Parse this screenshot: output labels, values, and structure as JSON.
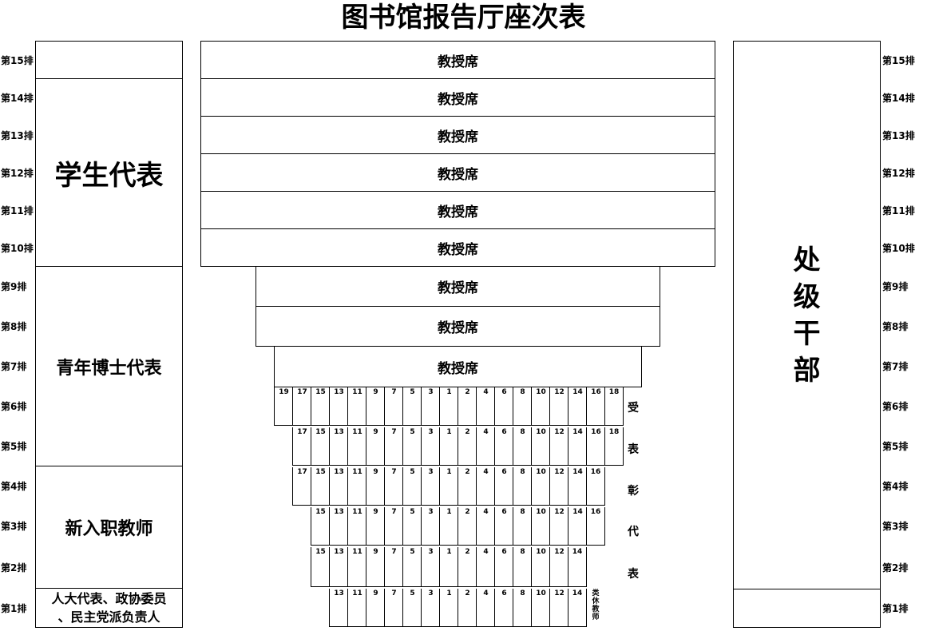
{
  "title": "图书馆报告厅座次表",
  "rows": [
    "第15排",
    "第14排",
    "第13排",
    "第12排",
    "第11排",
    "第10排",
    "第9排",
    "第8排",
    "第7排",
    "第6排",
    "第5排",
    "第4排",
    "第3排",
    "第2排",
    "第1排"
  ],
  "left_blocks": {
    "row15": "",
    "student": "学生代表",
    "phd": "青年博士代表",
    "new_teacher": "新入职教师",
    "congress_line1": "人大代表、政协委员",
    "congress_line2": "、民主党派负责人"
  },
  "professor_label": "教授席",
  "seat_rows": [
    [
      "19",
      "17",
      "15",
      "13",
      "11",
      "9",
      "7",
      "5",
      "3",
      "1",
      "2",
      "4",
      "6",
      "8",
      "10",
      "12",
      "14",
      "16",
      "18"
    ],
    [
      "17",
      "15",
      "13",
      "11",
      "9",
      "7",
      "5",
      "3",
      "1",
      "2",
      "4",
      "6",
      "8",
      "10",
      "12",
      "14",
      "16",
      "18"
    ],
    [
      "17",
      "15",
      "13",
      "11",
      "9",
      "7",
      "5",
      "3",
      "1",
      "2",
      "4",
      "6",
      "8",
      "10",
      "12",
      "14",
      "16"
    ],
    [
      "15",
      "13",
      "11",
      "9",
      "7",
      "5",
      "3",
      "1",
      "2",
      "4",
      "6",
      "8",
      "10",
      "12",
      "14",
      "16"
    ],
    [
      "15",
      "13",
      "11",
      "9",
      "7",
      "5",
      "3",
      "1",
      "2",
      "4",
      "6",
      "8",
      "10",
      "12",
      "14"
    ],
    [
      "13",
      "11",
      "9",
      "7",
      "5",
      "3",
      "1",
      "2",
      "4",
      "6",
      "8",
      "10",
      "12",
      "14"
    ]
  ],
  "awardee_chars": [
    "受",
    "表",
    "彰",
    "代",
    "表"
  ],
  "retired_chars": [
    "类",
    "休",
    "教",
    "师"
  ],
  "right_blocks": {
    "cadre_chars": [
      "处",
      "级",
      "干",
      "部"
    ],
    "row1": ""
  }
}
